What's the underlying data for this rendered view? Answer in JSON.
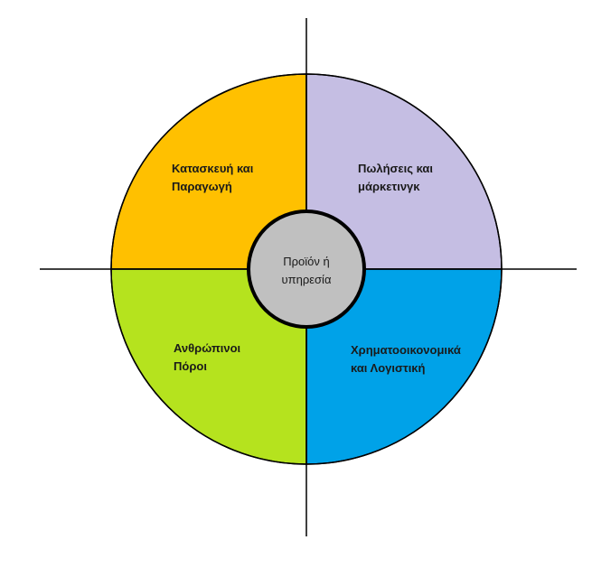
{
  "diagram": {
    "center": {
      "line1": "Προϊόν ή",
      "line2": "υπηρεσία",
      "color": "#C0C0C0"
    },
    "quadrants": {
      "top_left": {
        "line1": "Κατασκευή και",
        "line2": "Παραγωγή",
        "color": "#FFC000"
      },
      "top_right": {
        "line1": "Πωλήσεις και",
        "line2": "μάρκετινγκ",
        "color": "#C5BEE3"
      },
      "bottom_left": {
        "line1": "Ανθρώπινοι",
        "line2": "Πόροι",
        "color": "#B5E31E"
      },
      "bottom_right": {
        "line1": "Χρηματοοικονομικά",
        "line2": "και Λογιστική",
        "color": "#00A2E8"
      }
    },
    "line_color": "#000000"
  }
}
